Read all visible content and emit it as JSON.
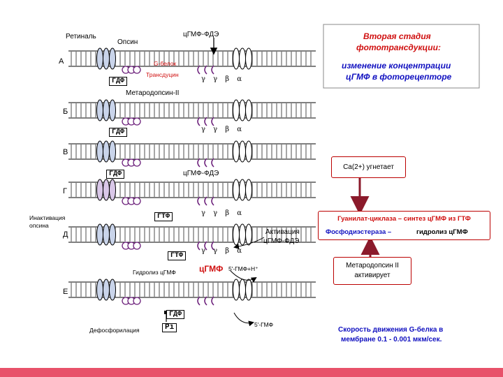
{
  "colors": {
    "arrow_red": "#8b1a2b",
    "footer_bar": "#e8526a",
    "title_red": "#d01010",
    "label_blue": "#1010c0"
  },
  "title": {
    "line1": "Вторая стадия",
    "line2": "фототрансдукции:",
    "line3": "изменение концентрации",
    "line4": "цГМФ в фоторецепторе"
  },
  "labels": {
    "retinal": "Ретиналь",
    "opsin": "Опсин",
    "pde_top": "цГМФ-ФДЭ",
    "g_protein": "G-белок",
    "transducin": "Трансдуцин",
    "metarhodopsin": "Метародопсин-II",
    "pde_mid": "цГМФ-ФДЭ",
    "inactivation": "Инактивация",
    "opsin_low": "опсина",
    "activation": "Активация",
    "activation_pde": "цГМФ-ФДЭ",
    "hydrolysis": "Гидролиз цГМФ",
    "cgmp": "цГМФ",
    "product1": "5'-ГМФ+Н⁺",
    "product2": "5'-ГМФ",
    "dephosphorylation": "Дефосфорилация",
    "gdf": "ГДФ",
    "gtf": "ГТФ",
    "pi": "Pi",
    "greek": "γ γ β α"
  },
  "rows": [
    "А",
    "Б",
    "В",
    "Г",
    "Д",
    "Е"
  ],
  "boxes": {
    "calcium": "Ca(2+) угнетает",
    "cyclase": "Гуанилат-циклаза – синтез цГМФ из ГТФ",
    "pde_label": "Фосфодиэстераза –",
    "pde_desc": "гидролиз цГМФ",
    "meta_line1": "Метародопсин II",
    "meta_line2": "активирует"
  },
  "speed": {
    "line1": "Скорость движения G-белка в",
    "line2": "мембране 0.1 - 0.001 мкм/сек."
  }
}
